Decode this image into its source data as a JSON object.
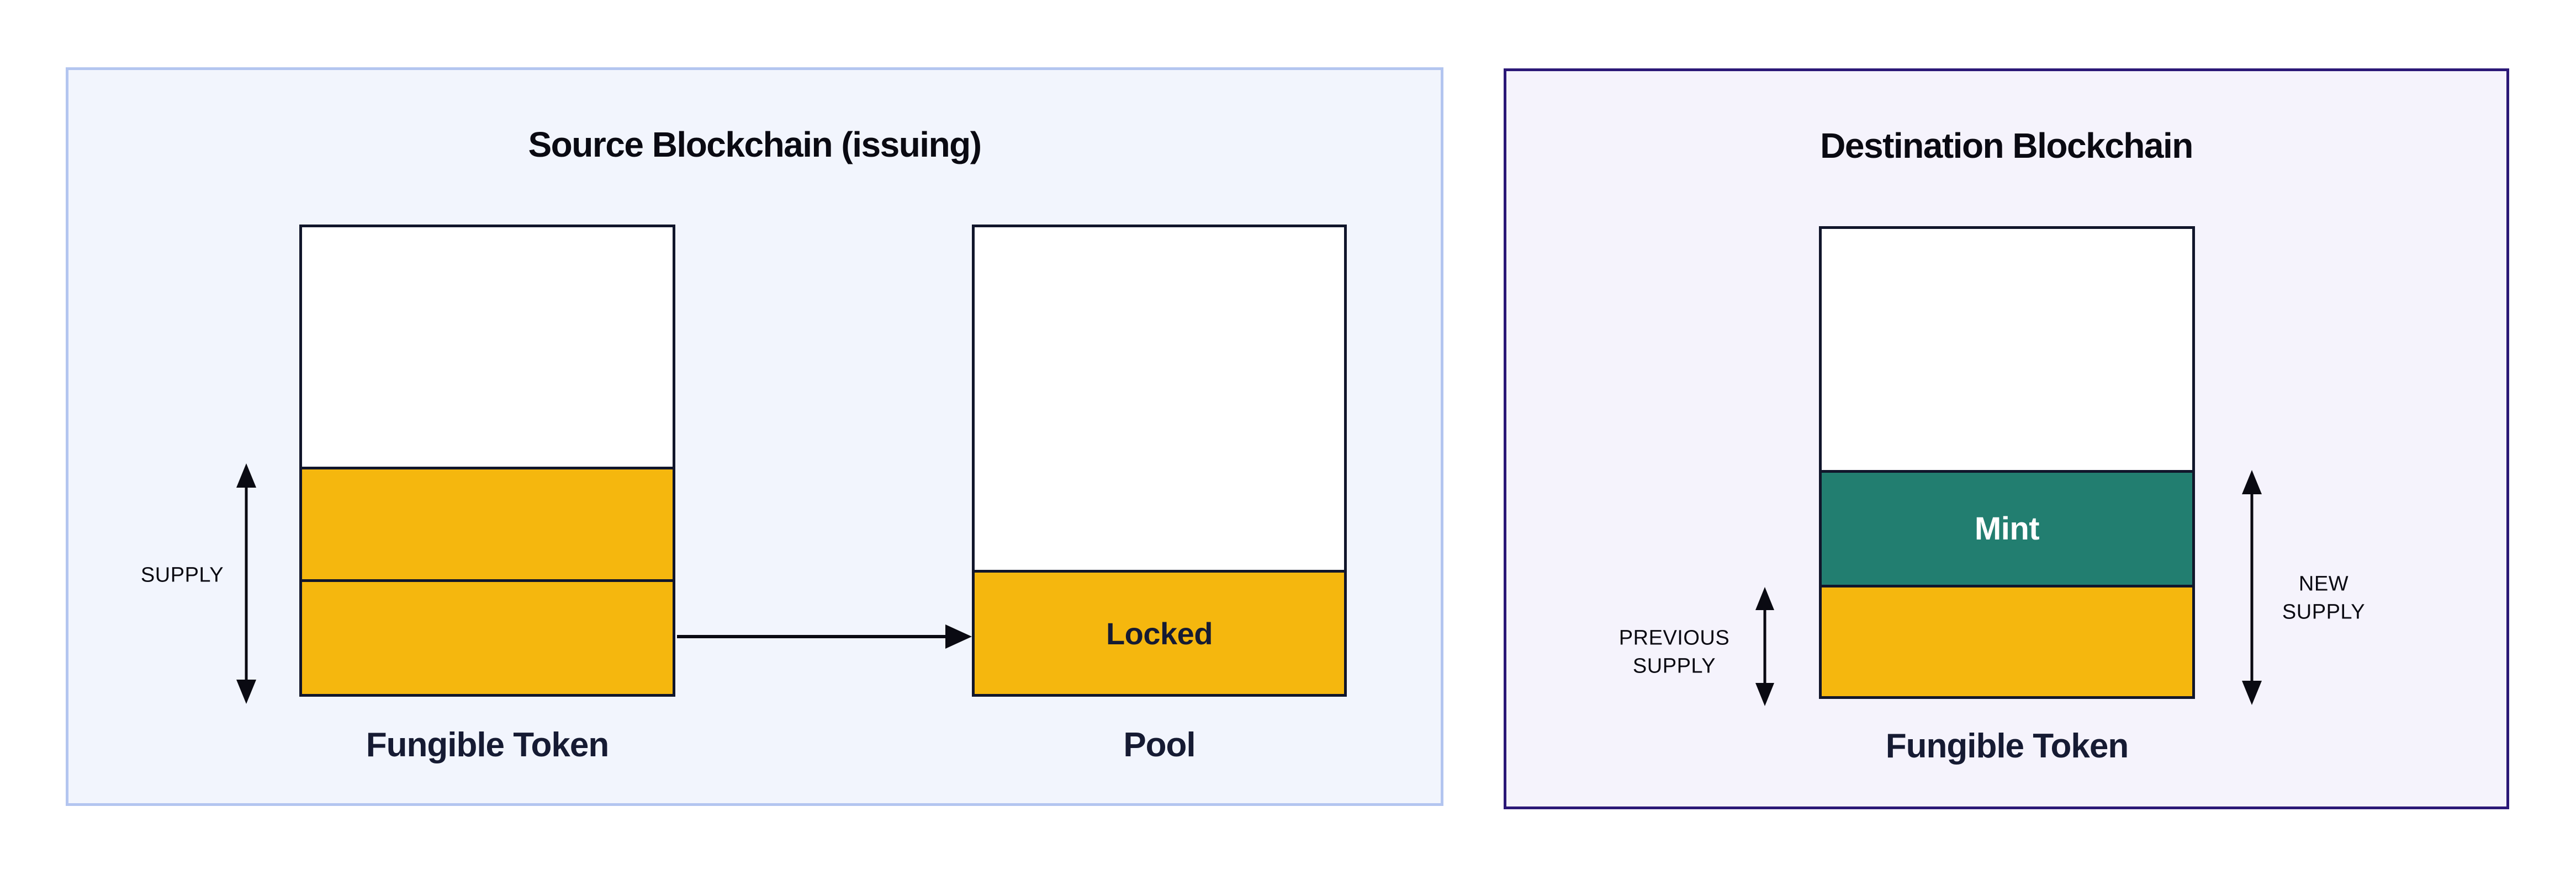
{
  "colors": {
    "page_bg": "#FFFFFF",
    "source_panel_bg": "#F2F5FD",
    "source_panel_border": "#B3C5F0",
    "destination_panel_bg": "#F5F3FC",
    "destination_panel_border": "#2B1877",
    "box_outline": "#11162B",
    "token_yellow": "#F5B70E",
    "mint_teal": "#227E70",
    "caption_navy": "#161B33",
    "text_black": "#0A0A12",
    "mint_text_color": "#FFFFFF"
  },
  "source_panel": {
    "title": "Source Blockchain (issuing)",
    "supply_arrow_label": "SUPPLY",
    "fungible_token_label": "Fungible Token",
    "locked_label": "Locked",
    "pool_label": "Pool"
  },
  "destination_panel": {
    "title": "Destination Blockchain",
    "previous_supply_label_line1": "PREVIOUS",
    "previous_supply_label_line2": "SUPPLY",
    "new_supply_label_line1": "NEW",
    "new_supply_label_line2": "SUPPLY",
    "mint_label": "Mint",
    "fungible_token_label": "Fungible Token"
  }
}
